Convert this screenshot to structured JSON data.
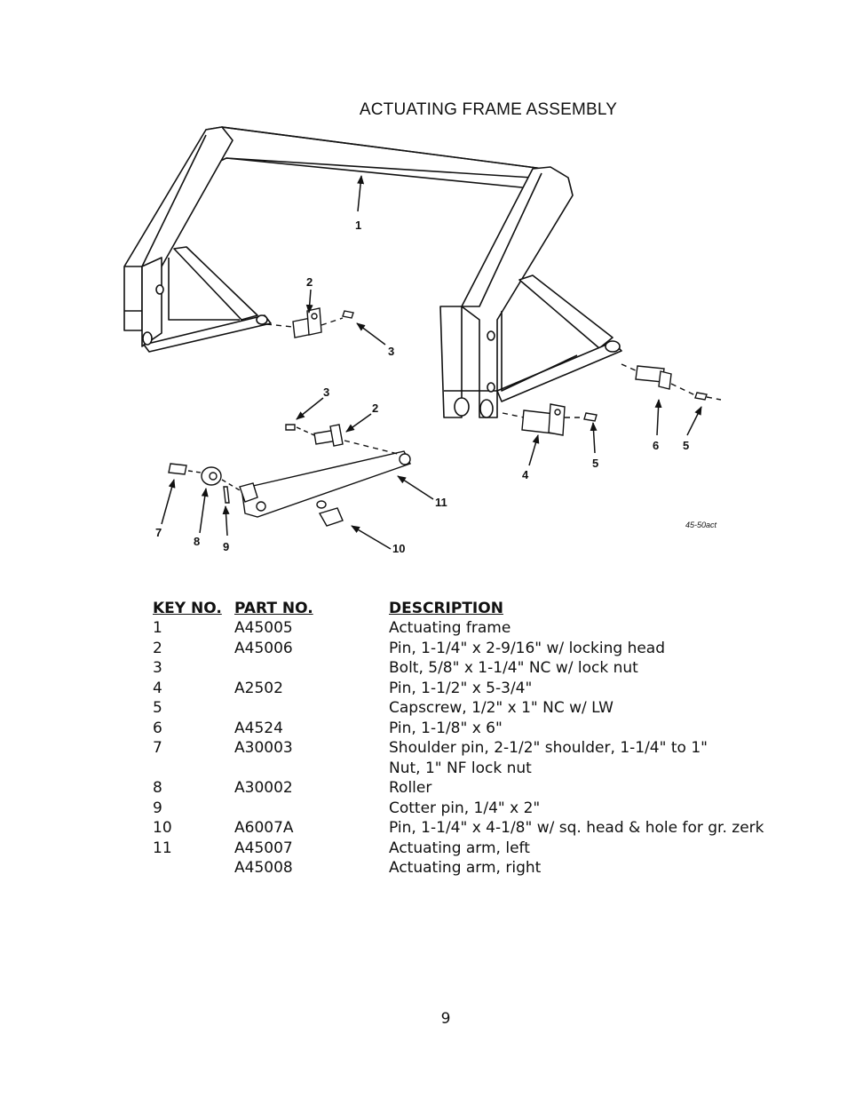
{
  "title": "ACTUATING FRAME ASSEMBLY",
  "diagram": {
    "callouts": [
      "1",
      "2",
      "3",
      "3",
      "2",
      "4",
      "5",
      "6",
      "5",
      "7",
      "8",
      "9",
      "10",
      "11"
    ],
    "drawing_code": "45-50act"
  },
  "table": {
    "headers": {
      "key": "KEY NO.",
      "part": "PART NO.",
      "description": "DESCRIPTION"
    },
    "rows": [
      {
        "key": "1",
        "part": "A45005",
        "description": "Actuating frame"
      },
      {
        "key": "2",
        "part": "A45006",
        "description": "Pin, 1-1/4\" x 2-9/16\" w/ locking head"
      },
      {
        "key": "3",
        "part": "",
        "description": "Bolt, 5/8\" x 1-1/4\" NC w/ lock nut"
      },
      {
        "key": "4",
        "part": "A2502",
        "description": "Pin, 1-1/2\" x 5-3/4\""
      },
      {
        "key": "5",
        "part": "",
        "description": "Capscrew, 1/2\" x 1\" NC w/ LW"
      },
      {
        "key": "6",
        "part": "A4524",
        "description": "Pin, 1-1/8\" x 6\""
      },
      {
        "key": "7",
        "part": "A30003",
        "description": "Shoulder pin, 2-1/2\" shoulder, 1-1/4\" to 1\""
      },
      {
        "key": "",
        "part": "",
        "description": "Nut, 1\" NF lock nut"
      },
      {
        "key": "8",
        "part": "A30002",
        "description": "Roller"
      },
      {
        "key": "9",
        "part": "",
        "description": "Cotter pin, 1/4\" x 2\""
      },
      {
        "key": "10",
        "part": "A6007A",
        "description": "Pin, 1-1/4\" x 4-1/8\" w/ sq. head & hole for gr. zerk"
      },
      {
        "key": "11",
        "part": "A45007",
        "description": "Actuating arm, left"
      },
      {
        "key": "",
        "part": "A45008",
        "description": "Actuating arm, right"
      }
    ]
  },
  "page_number": "9"
}
